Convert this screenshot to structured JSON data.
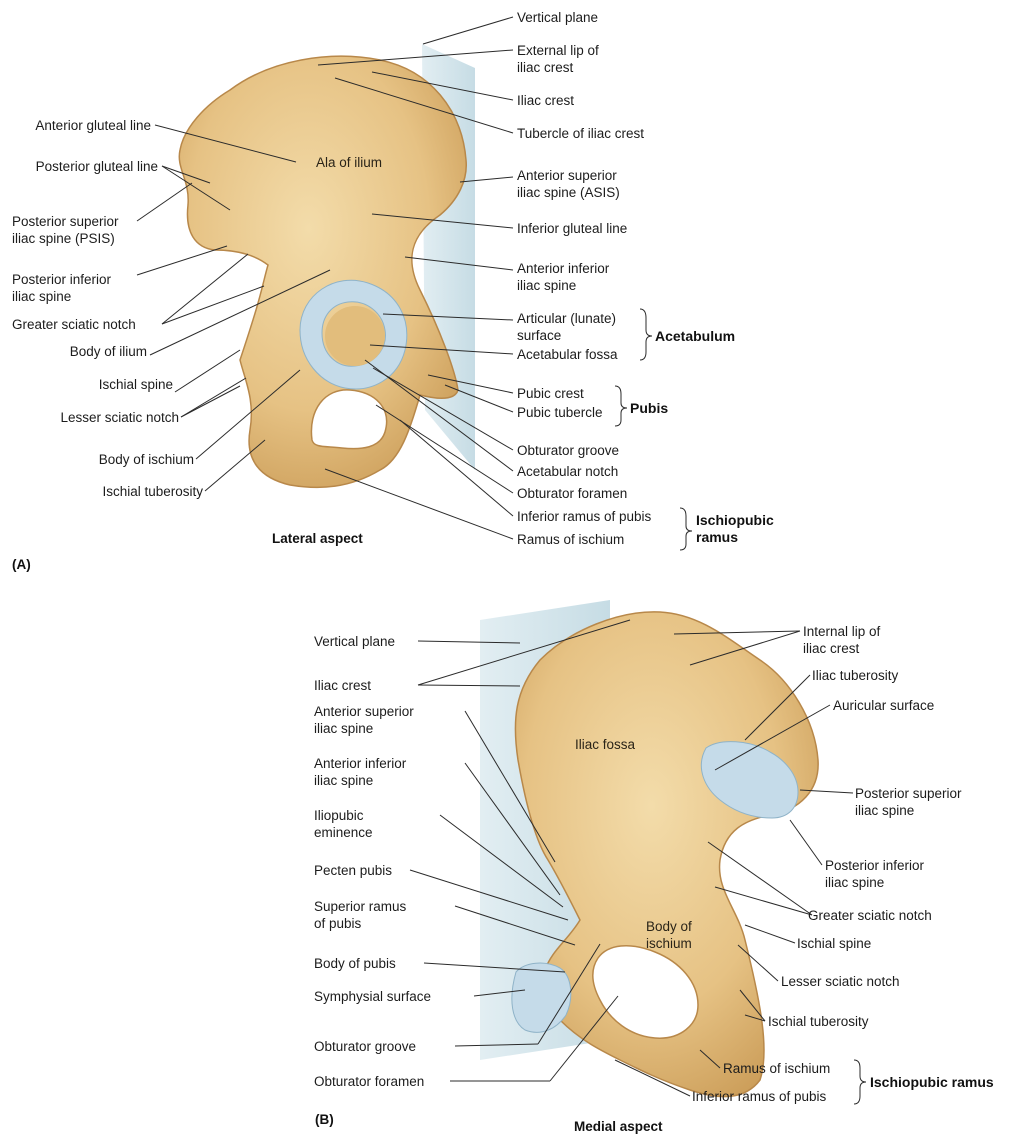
{
  "panel_a": {
    "panel_letter": "(A)",
    "caption": "Lateral aspect",
    "inner_label": "Ala of ilium",
    "right_labels": {
      "vertical_plane": "Vertical plane",
      "external_lip": "External lip of\niliac crest",
      "iliac_crest": "Iliac crest",
      "tubercle": "Tubercle of iliac crest",
      "asis": "Anterior superior\niliac spine (ASIS)",
      "inferior_gluteal": "Inferior gluteal line",
      "aiis": "Anterior inferior\niliac spine",
      "articular_surface": "Articular (lunate)\nsurface",
      "acetabular_fossa": "Acetabular fossa",
      "pubic_crest": "Pubic crest",
      "pubic_tubercle": "Pubic tubercle",
      "obturator_groove": "Obturator groove",
      "acetabular_notch": "Acetabular notch",
      "obturator_foramen": "Obturator foramen",
      "inferior_ramus_pubis": "Inferior ramus of pubis",
      "ramus_ischium": "Ramus of ischium"
    },
    "left_labels": {
      "anterior_gluteal": "Anterior gluteal line",
      "posterior_gluteal": "Posterior gluteal line",
      "psis": "Posterior superior\niliac spine (PSIS)",
      "piis": "Posterior inferior\niliac spine",
      "greater_sciatic": "Greater sciatic notch",
      "body_ilium": "Body of ilium",
      "ischial_spine": "Ischial spine",
      "lesser_sciatic": "Lesser sciatic notch",
      "body_ischium": "Body of ischium",
      "ischial_tuberosity": "Ischial tuberosity"
    },
    "groups": {
      "acetabulum": "Acetabulum",
      "pubis": "Pubis",
      "ischiopubic": "Ischiopubic\nramus"
    }
  },
  "panel_b": {
    "panel_letter": "(B)",
    "caption": "Medial aspect",
    "inner_labels": {
      "iliac_fossa": "Iliac fossa",
      "body_ischium": "Body of\nischium"
    },
    "left_labels": {
      "vertical_plane": "Vertical plane",
      "iliac_crest": "Iliac crest",
      "asis": "Anterior superior\niliac spine",
      "aiis": "Anterior inferior\niliac spine",
      "iliopubic": "Iliopubic\neminence",
      "pecten": "Pecten pubis",
      "superior_ramus": "Superior ramus\nof pubis",
      "body_pubis": "Body of pubis",
      "symphysial": "Symphysial surface",
      "obturator_groove": "Obturator groove",
      "obturator_foramen": "Obturator foramen"
    },
    "right_labels": {
      "internal_lip": "Internal lip of\niliac crest",
      "iliac_tuberosity": "Iliac tuberosity",
      "auricular": "Auricular surface",
      "psis": "Posterior superior\niliac spine",
      "piis": "Posterior inferior\niliac spine",
      "greater_sciatic": "Greater sciatic notch",
      "ischial_spine": "Ischial spine",
      "lesser_sciatic": "Lesser sciatic notch",
      "ischial_tuberosity": "Ischial tuberosity",
      "ramus_ischium": "Ramus of ischium",
      "inferior_ramus_pubis": "Inferior ramus of pubis"
    },
    "groups": {
      "ischiopubic": "Ischiopubic ramus"
    }
  },
  "colors": {
    "bone": "#e9c98c",
    "bone_dark": "#c99a55",
    "cartilage": "#c5dbe9",
    "plane": "#cfe3ea"
  }
}
